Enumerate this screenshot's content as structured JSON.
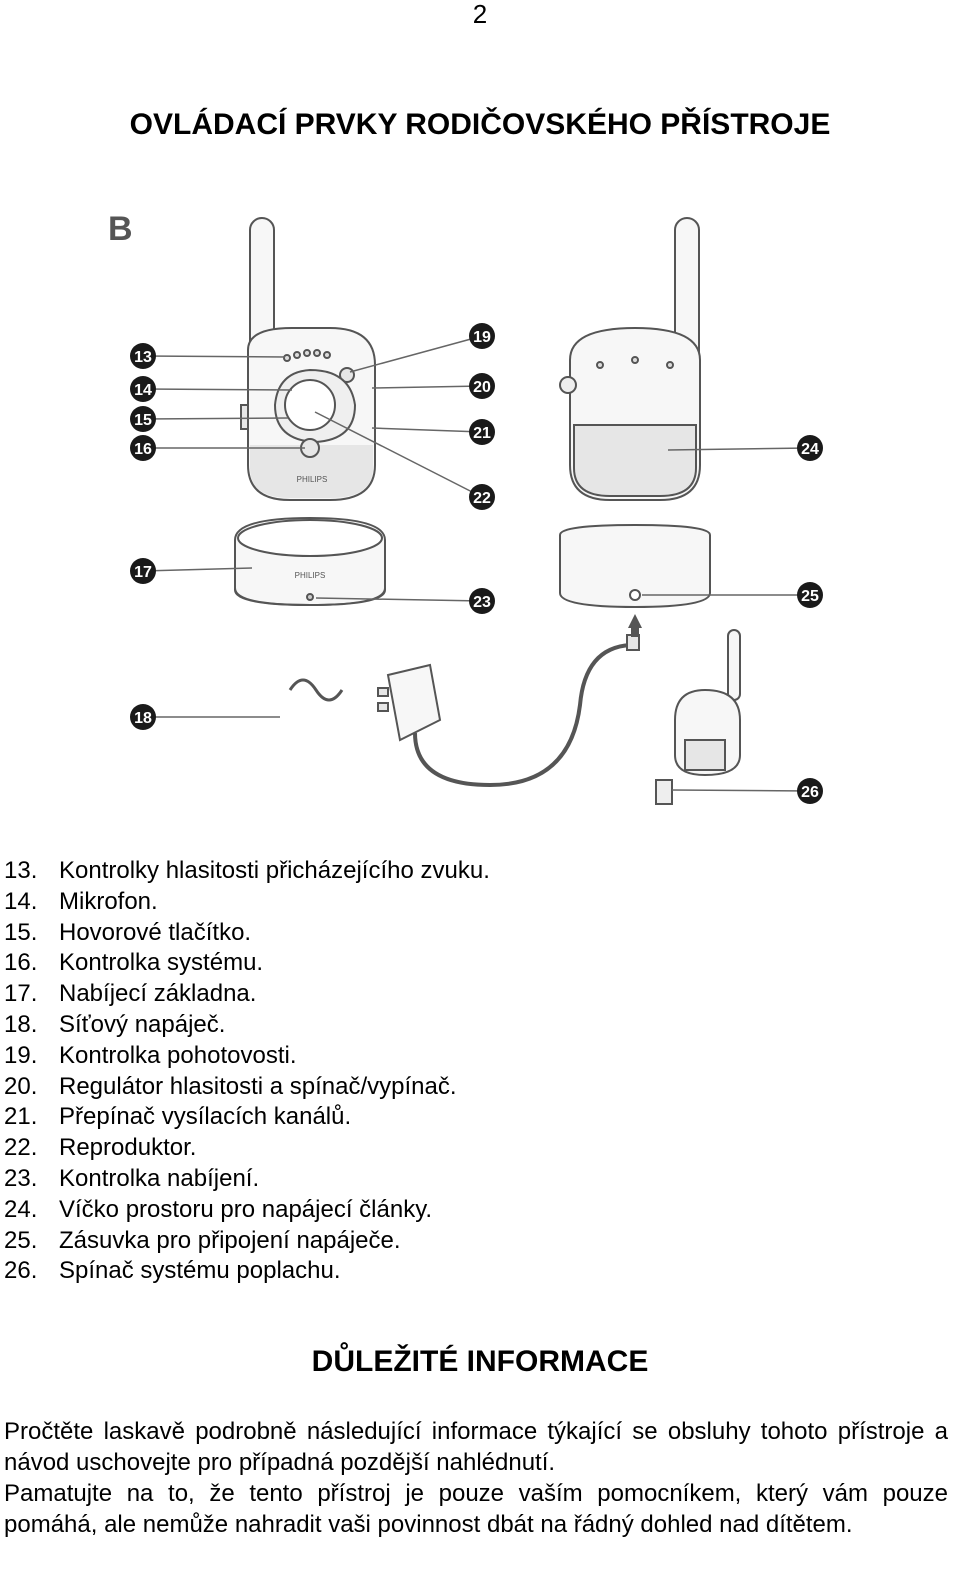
{
  "page_number": "2",
  "title_controls": "OVLÁDACÍ PRVKY RODIČOVSKÉHO PŘÍSTROJE",
  "figure": {
    "label": "B",
    "callouts": [
      "13",
      "14",
      "15",
      "16",
      "17",
      "18",
      "19",
      "20",
      "21",
      "22",
      "23",
      "24",
      "25",
      "26"
    ],
    "brand": "PHILIPS",
    "colors": {
      "line": "#555555",
      "fill": "#f4f4f4",
      "shade": "#e6e6e6",
      "callout": "#1a1a1a"
    }
  },
  "legend": [
    {
      "num": "13.",
      "text": "Kontrolky hlasitosti přicházejícího zvuku."
    },
    {
      "num": "14.",
      "text": "Mikrofon."
    },
    {
      "num": "15.",
      "text": "Hovorové tlačítko."
    },
    {
      "num": "16.",
      "text": "Kontrolka systému."
    },
    {
      "num": "17.",
      "text": "Nabíjecí základna."
    },
    {
      "num": "18.",
      "text": "Síťový napáječ."
    },
    {
      "num": "19.",
      "text": "Kontrolka pohotovosti."
    },
    {
      "num": "20.",
      "text": "Regulátor hlasitosti a spínač/vypínač."
    },
    {
      "num": "21.",
      "text": "Přepínač vysílacích kanálů."
    },
    {
      "num": "22.",
      "text": "Reproduktor."
    },
    {
      "num": "23.",
      "text": "Kontrolka nabíjení."
    },
    {
      "num": "24.",
      "text": "Víčko prostoru pro napájecí články."
    },
    {
      "num": "25.",
      "text": "Zásuvka pro připojení napáječe."
    },
    {
      "num": "26.",
      "text": "Spínač systému poplachu."
    }
  ],
  "title_important": "DŮLEŽITÉ INFORMACE",
  "paragraphs": [
    "Pročtěte laskavě podrobně následující informace týkající se obsluhy tohoto přístroje a návod uschovejte pro případná pozdější nahlédnutí.",
    "Pamatujte na to, že tento přístroj je pouze vaším pomocníkem, který vám pouze pomáhá, ale nemůže nahradit vaši povinnost dbát na řádný dohled nad dítětem."
  ]
}
